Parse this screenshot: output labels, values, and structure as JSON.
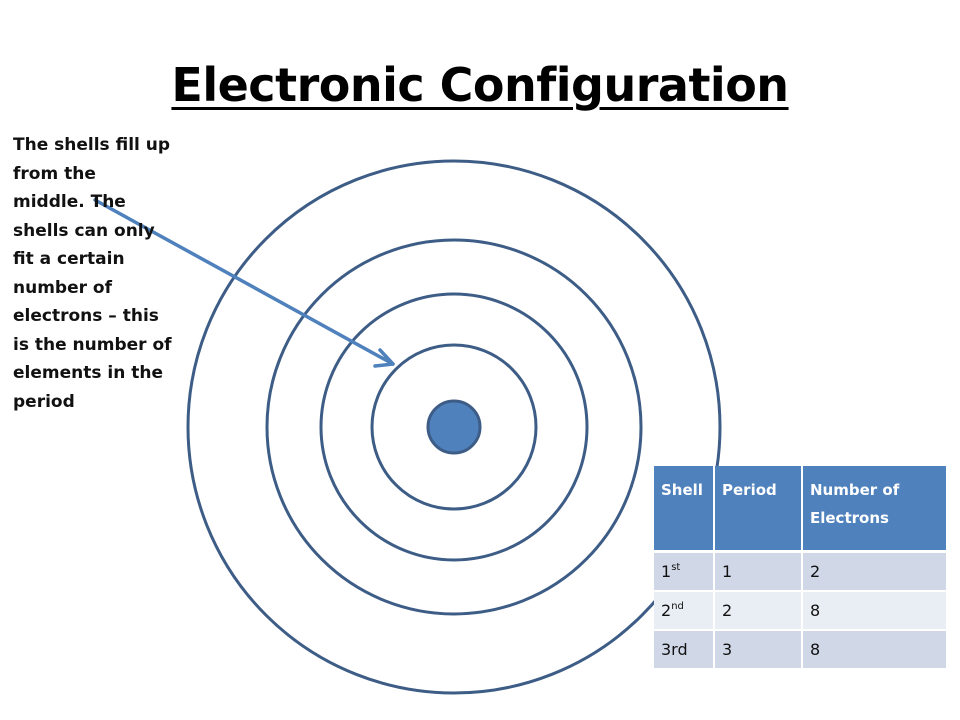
{
  "title": "Electronic Configuration",
  "note": "The shells fill up from the middle.  The shells can only fit a certain number of electrons – this is the number of elements in the period",
  "colors": {
    "ring_stroke": "#3d5d87",
    "nucleus_fill": "#4f81bd",
    "arrow": "#4f81bd",
    "table_header": "#4f81bd",
    "table_row_odd": "#d0d8e8",
    "table_row_even": "#e9edf4"
  },
  "table": {
    "headers": [
      "Shell",
      "Period",
      "Number of Electrons"
    ],
    "rows": [
      {
        "shell": "1",
        "shell_sup": "st",
        "period": "1",
        "electrons": "2"
      },
      {
        "shell": "2",
        "shell_sup": "nd",
        "period": "2",
        "electrons": "8"
      },
      {
        "shell": "3rd",
        "shell_sup": "",
        "period": "3",
        "electrons": "8"
      }
    ]
  }
}
